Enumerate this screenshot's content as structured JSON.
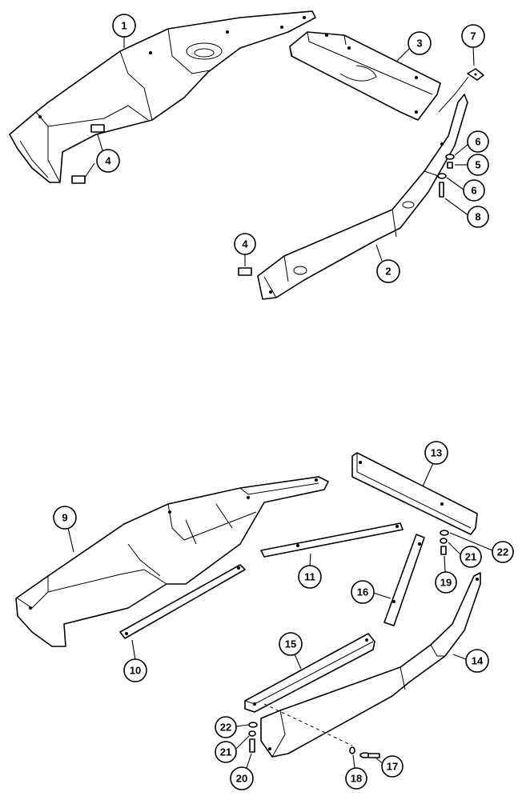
{
  "callouts": [
    {
      "label": "1"
    },
    {
      "label": "3"
    },
    {
      "label": "7"
    },
    {
      "label": "6"
    },
    {
      "label": "5"
    },
    {
      "label": "6"
    },
    {
      "label": "8"
    },
    {
      "label": "4"
    },
    {
      "label": "4"
    },
    {
      "label": "2"
    },
    {
      "label": "13"
    },
    {
      "label": "9"
    },
    {
      "label": "22"
    },
    {
      "label": "21"
    },
    {
      "label": "11"
    },
    {
      "label": "19"
    },
    {
      "label": "16"
    },
    {
      "label": "10"
    },
    {
      "label": "15"
    },
    {
      "label": "14"
    },
    {
      "label": "22"
    },
    {
      "label": "21"
    },
    {
      "label": "20"
    },
    {
      "label": "17"
    },
    {
      "label": "18"
    }
  ]
}
